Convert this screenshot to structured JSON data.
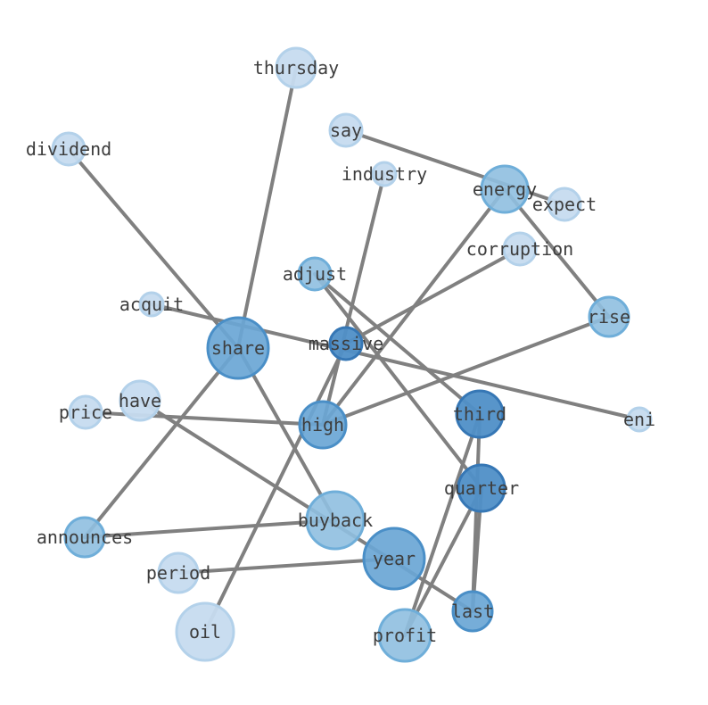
{
  "graph": {
    "colors": {
      "edge": "#808080",
      "label": "#3d3d3d",
      "level1_fill": "#c6dbef",
      "level1_stroke": "#b3d1ea",
      "level2_fill": "#8fbfe0",
      "level2_stroke": "#6faed9",
      "level3_fill": "#6aa6d5",
      "level3_stroke": "#4a8fc7",
      "level4_fill": "#4f8fc7",
      "level4_stroke": "#3677b5"
    },
    "nodes": [
      {
        "id": "thursday",
        "label": "thursday",
        "level": 1
      },
      {
        "id": "say",
        "label": "say",
        "level": 1
      },
      {
        "id": "dividend",
        "label": "dividend",
        "level": 1
      },
      {
        "id": "industry",
        "label": "industry",
        "level": 1
      },
      {
        "id": "energy",
        "label": "energy",
        "level": 2
      },
      {
        "id": "expect",
        "label": "expect",
        "level": 1
      },
      {
        "id": "corruption",
        "label": "corruption",
        "level": 1
      },
      {
        "id": "adjust",
        "label": "adjust",
        "level": 2
      },
      {
        "id": "acquit",
        "label": "acquit",
        "level": 1
      },
      {
        "id": "rise",
        "label": "rise",
        "level": 2
      },
      {
        "id": "share",
        "label": "share",
        "level": 3
      },
      {
        "id": "massive",
        "label": "massive",
        "level": 4
      },
      {
        "id": "have",
        "label": "have",
        "level": 1
      },
      {
        "id": "price",
        "label": "price",
        "level": 1
      },
      {
        "id": "high",
        "label": "high",
        "level": 3
      },
      {
        "id": "third",
        "label": "third",
        "level": 4
      },
      {
        "id": "eni",
        "label": "eni",
        "level": 1
      },
      {
        "id": "quarter",
        "label": "quarter",
        "level": 4
      },
      {
        "id": "announces",
        "label": "announces",
        "level": 2
      },
      {
        "id": "buyback",
        "label": "buyback",
        "level": 2
      },
      {
        "id": "period",
        "label": "period",
        "level": 1
      },
      {
        "id": "year",
        "label": "year",
        "level": 3
      },
      {
        "id": "last",
        "label": "last",
        "level": 3
      },
      {
        "id": "oil",
        "label": "oil",
        "level": 1
      },
      {
        "id": "profit",
        "label": "profit",
        "level": 2
      }
    ],
    "edges": [
      [
        "thursday",
        "share"
      ],
      [
        "dividend",
        "share"
      ],
      [
        "share",
        "buyback"
      ],
      [
        "share",
        "announces"
      ],
      [
        "say",
        "expect"
      ],
      [
        "energy",
        "rise"
      ],
      [
        "energy",
        "high"
      ],
      [
        "industry",
        "high"
      ],
      [
        "corruption",
        "massive"
      ],
      [
        "adjust",
        "third"
      ],
      [
        "adjust",
        "quarter"
      ],
      [
        "acquit",
        "eni"
      ],
      [
        "massive",
        "oil"
      ],
      [
        "rise",
        "high"
      ],
      [
        "price",
        "high"
      ],
      [
        "have",
        "last"
      ],
      [
        "third",
        "last"
      ],
      [
        "third",
        "profit"
      ],
      [
        "quarter",
        "last"
      ],
      [
        "quarter",
        "profit"
      ],
      [
        "announces",
        "buyback"
      ],
      [
        "period",
        "year"
      ]
    ]
  }
}
